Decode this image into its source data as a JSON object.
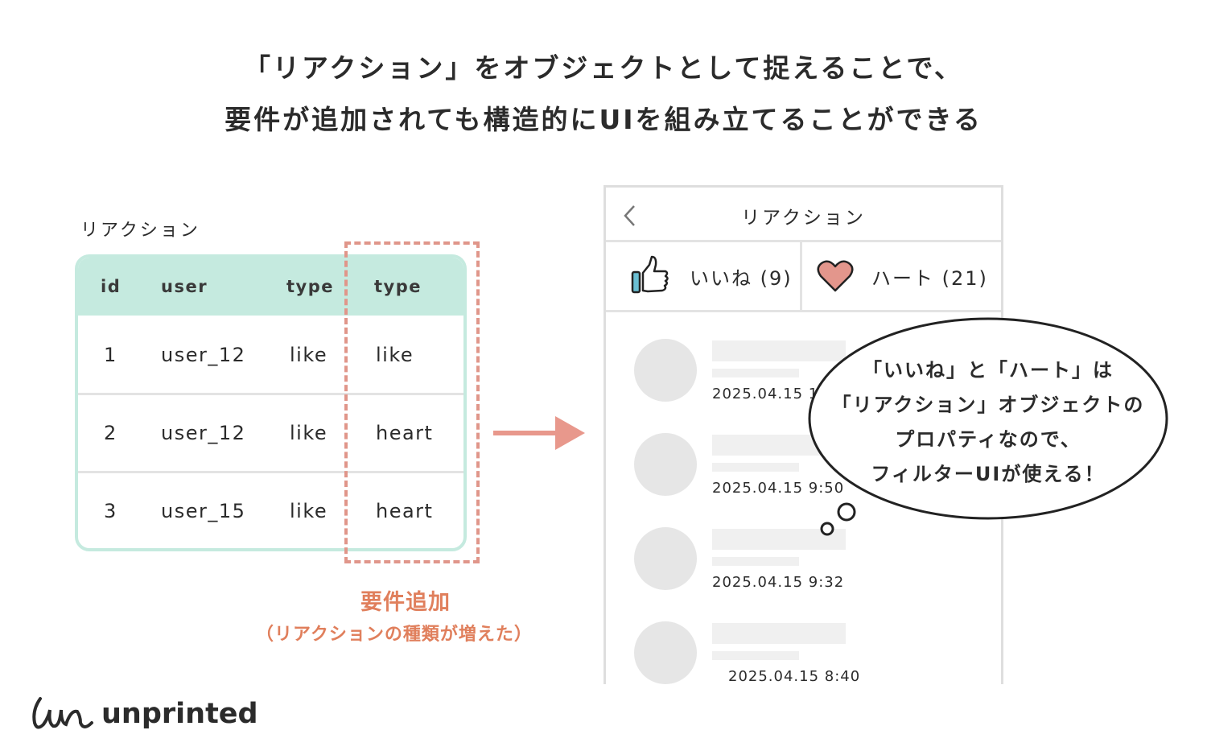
{
  "headline": {
    "line1": "「リアクション」をオブジェクトとして捉えることで、",
    "line2": "要件が追加されても構造的にUIを組み立てることができる"
  },
  "table": {
    "label": "リアクション",
    "headers": [
      "id",
      "user",
      "type",
      "type"
    ],
    "rows": [
      [
        "1",
        "user_12",
        "like",
        "like"
      ],
      [
        "2",
        "user_12",
        "like",
        "heart"
      ],
      [
        "3",
        "user_15",
        "like",
        "heart"
      ]
    ]
  },
  "annotation": {
    "title": "要件追加",
    "subtitle": "（リアクションの種類が増えた）"
  },
  "phone": {
    "title": "リアクション",
    "tabs": [
      {
        "label": "いいね (9)",
        "icon": "thumbs-up-icon"
      },
      {
        "label": "ハート (21)",
        "icon": "heart-icon"
      }
    ],
    "items": [
      {
        "date": "2025.04.15 1"
      },
      {
        "date": "2025.04.15 9:50"
      },
      {
        "date": "2025.04.15 9:32"
      },
      {
        "date": "2025.04.15 8:40"
      }
    ]
  },
  "bubble": {
    "lines": [
      "「いいね」と「ハート」は",
      "「リアクション」オブジェクトの",
      "プロパティなので、",
      "フィルターUIが使える！"
    ]
  },
  "logo": {
    "text": "unprinted"
  },
  "colors": {
    "teal": "#c5eadf",
    "accent": "#e0968a",
    "orange": "#e07f5c"
  }
}
